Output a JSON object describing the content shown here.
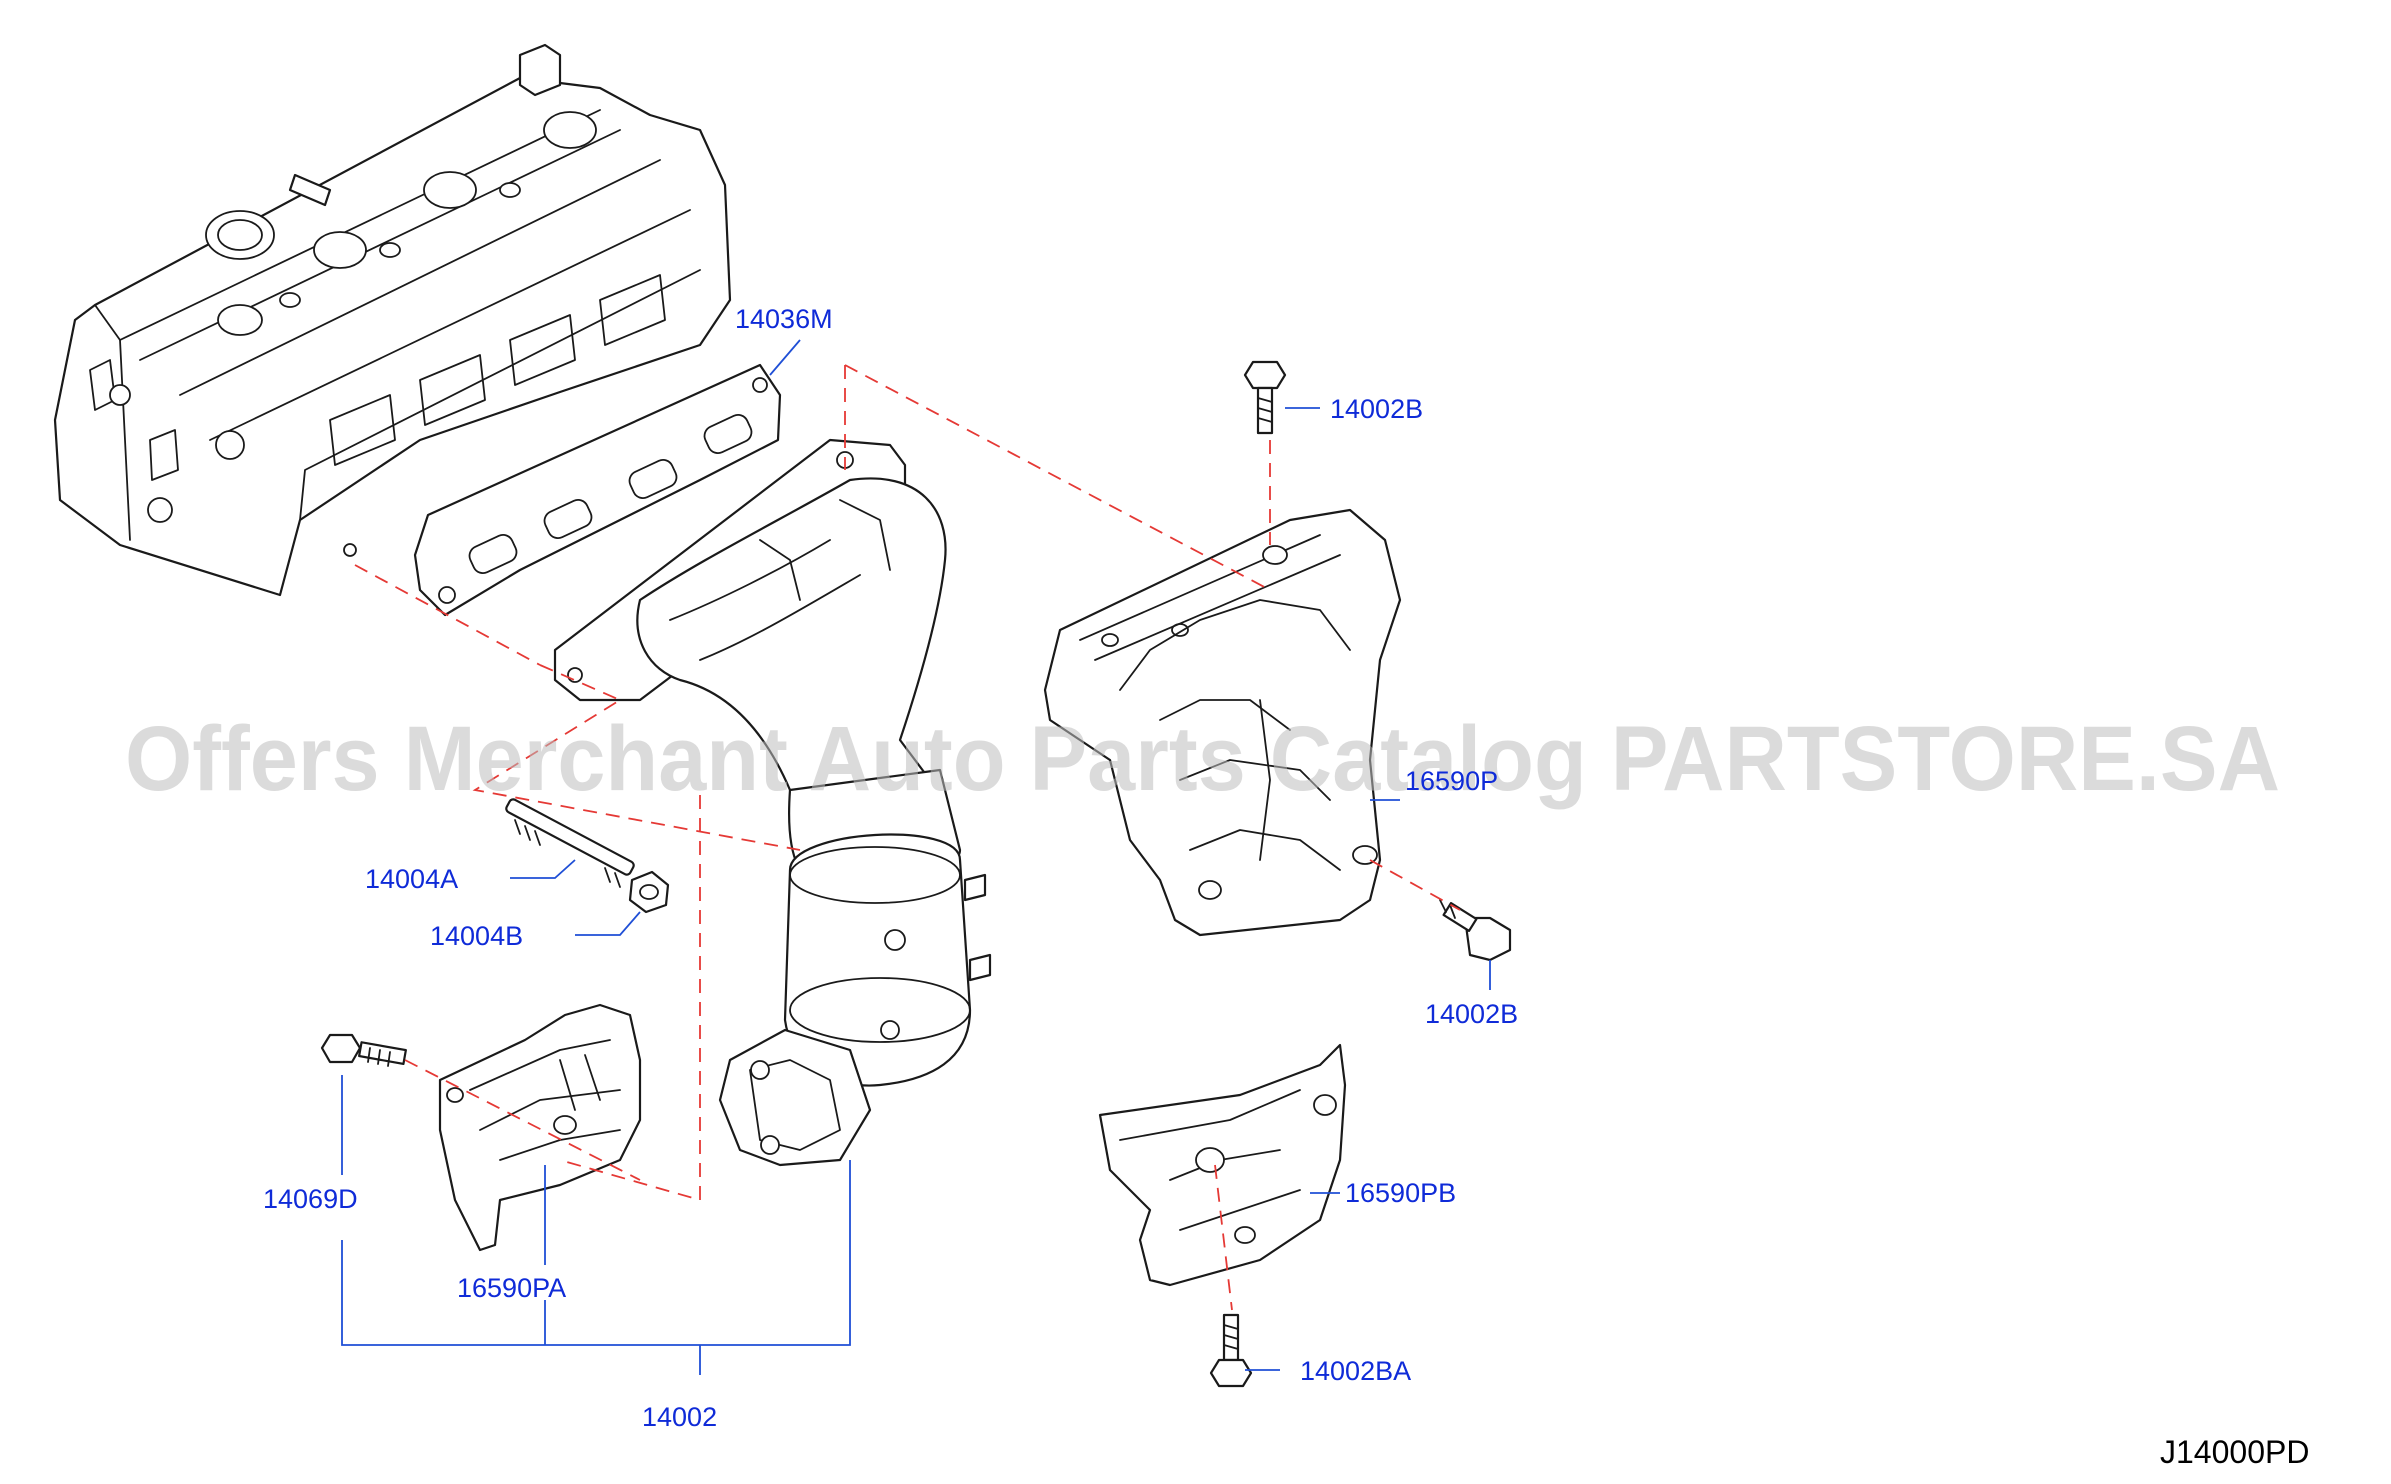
{
  "diagram_code": "J14000PD",
  "watermark": "Offers Merchant Auto Parts Catalog PARTSTORE.SA",
  "colors": {
    "callout": "#0f2bd8",
    "assembly_line": "#e53935",
    "linework": "#1a1a1a",
    "watermark": "#bdbdbd"
  },
  "callouts": {
    "c14036M": "14036M",
    "c14002B_top": "14002B",
    "c14002B_right": "14002B",
    "c16590P": "16590P",
    "c14004A": "14004A",
    "c14004B": "14004B",
    "c14069D": "14069D",
    "c16590PA": "16590PA",
    "c16590PB": "16590PB",
    "c14002BA": "14002BA",
    "c14002": "14002"
  }
}
